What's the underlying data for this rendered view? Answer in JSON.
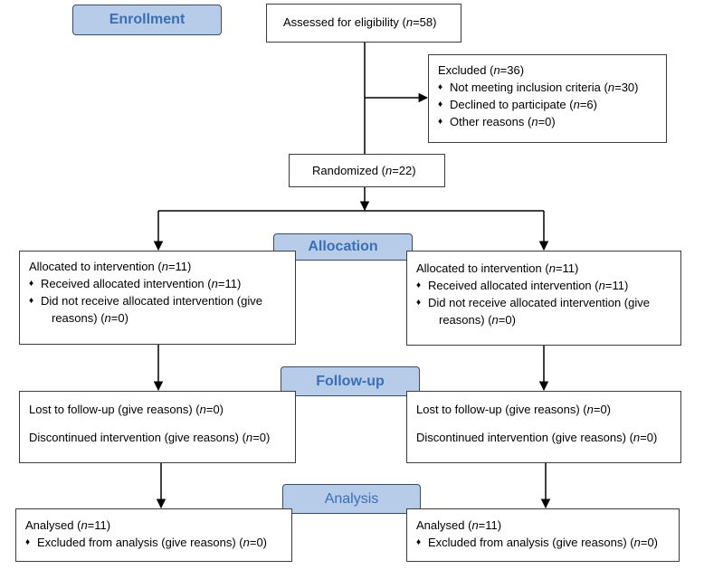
{
  "stages": {
    "enrollment": "Enrollment",
    "allocation": "Allocation",
    "followup": "Follow-up",
    "analysis": "Analysis"
  },
  "assessed": {
    "text": "Assessed for eligibility",
    "n": "58"
  },
  "excluded": {
    "title": "Excluded",
    "n": "36",
    "items": [
      {
        "text": "Not meeting inclusion criteria",
        "n": "30"
      },
      {
        "text": "Declined to participate",
        "n": "6"
      },
      {
        "text": "Other reasons",
        "n": "0"
      }
    ]
  },
  "randomized": {
    "text": "Randomized",
    "n": "22"
  },
  "arms": [
    {
      "allocation": {
        "title": "Allocated to intervention",
        "n": "11",
        "received": "Received allocated intervention",
        "received_n": "11",
        "not_received_1": "Did not receive allocated intervention (give",
        "not_received_2": "reasons)",
        "not_received_n": "0"
      },
      "followup": {
        "lost": "Lost to follow-up (give reasons)",
        "lost_n": "0",
        "discontinued": "Discontinued intervention (give reasons)",
        "discontinued_n": "0"
      },
      "analysis": {
        "title": "Analysed",
        "n": "11",
        "excluded": "Excluded from analysis (give reasons)",
        "excluded_n": "0"
      }
    },
    {
      "allocation": {
        "title": "Allocated to intervention",
        "n": "11",
        "received": "Received allocated intervention",
        "received_n": "11",
        "not_received_1": "Did not receive allocated intervention (give",
        "not_received_2": "reasons)",
        "not_received_n": "0"
      },
      "followup": {
        "lost": "Lost to follow-up (give reasons)",
        "lost_n": "0",
        "discontinued": "Discontinued intervention (give reasons)",
        "discontinued_n": "0"
      },
      "analysis": {
        "title": "Analysed",
        "n": "11",
        "excluded": "Excluded from analysis (give reasons)",
        "excluded_n": "0"
      }
    }
  ],
  "symbols": {
    "bullet": "♦",
    "n": "n",
    "eq": "="
  },
  "colors": {
    "stage_fill": "#b7cce8",
    "stage_text": "#3a6fb5",
    "stage_border": "#3b4a68",
    "line": "#000000"
  }
}
